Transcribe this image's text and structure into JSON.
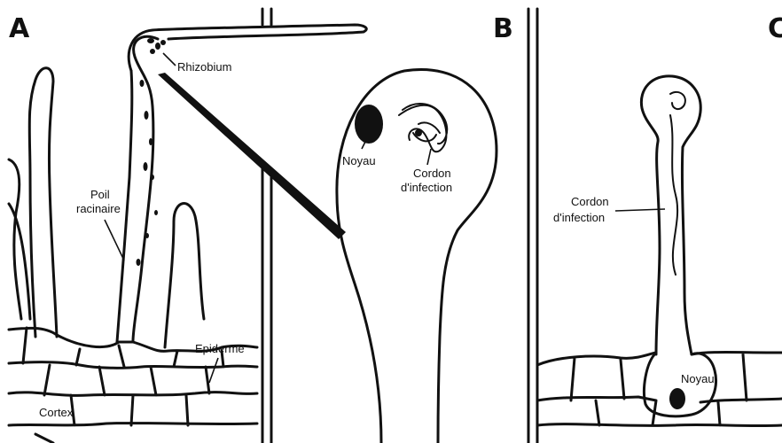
{
  "panels": [
    {
      "letter": "A"
    },
    {
      "letter": "B"
    },
    {
      "letter": "C"
    }
  ],
  "labels": {
    "rhizobium": "Rhizobium",
    "poil_line1": "Poil",
    "poil_line2": "racinaire",
    "epiderme": "Epiderme",
    "cortex": "Cortex",
    "noyau_b": "Noyau",
    "cordon_b_line1": "Cordon",
    "cordon_b_line2": "d'infection",
    "cordon_c_line1": "Cordon",
    "cordon_c_line2": "d'infection",
    "noyau_c": "Noyau"
  },
  "colors": {
    "ink": "#111111",
    "background": "#ffffff"
  }
}
